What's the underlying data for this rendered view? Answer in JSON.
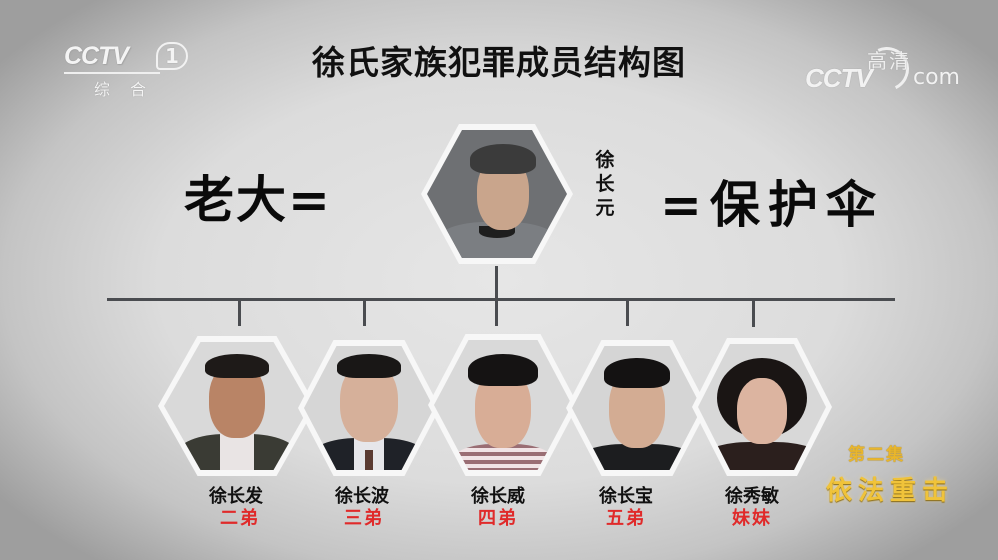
{
  "broadcast": {
    "channel_logo": {
      "brand": "CCTV",
      "number": "1",
      "subtitle": "综合"
    },
    "hd_logo": {
      "brand": "CCTV",
      "hd_label": "高清",
      "suffix": "com"
    }
  },
  "chart_title": "徐氏家族犯罪成员结构图",
  "leader": {
    "name": "徐长元",
    "name_chars": [
      "徐",
      "长",
      "元"
    ],
    "left_label": "老大=",
    "right_label": "=保护伞",
    "photo": {
      "bg": "#6e7073",
      "hair": "#3b3b3b",
      "skin": "#c9a58c",
      "shirt": "#7b7e82",
      "collar": "#1e1e1e"
    }
  },
  "members": [
    {
      "name": "徐长发",
      "relation": "二弟",
      "photo": {
        "bg": "#d9d9d9",
        "hair": "#1e1a18",
        "skin": "#b98466",
        "shirt": "#3a3b34",
        "collar": "#e9e4e4"
      }
    },
    {
      "name": "徐长波",
      "relation": "三弟",
      "photo": {
        "bg": "#d6d6d6",
        "hair": "#191716",
        "skin": "#d6b09a",
        "shirt": "#1f2228",
        "collar": "#e6e6ea"
      }
    },
    {
      "name": "徐长威",
      "relation": "四弟",
      "photo": {
        "bg": "#d9d9d9",
        "hair": "#151313",
        "skin": "#d8ad96",
        "shirt": "#9a6e74",
        "collar": "#f1e4e6"
      }
    },
    {
      "name": "徐长宝",
      "relation": "五弟",
      "photo": {
        "bg": "#d5d5d5",
        "hair": "#141212",
        "skin": "#d3ac93",
        "shirt": "#1c1d1f",
        "collar": "#2a2a2a"
      }
    },
    {
      "name": "徐秀敏",
      "relation": "妹妹",
      "photo": {
        "bg": "#d8d8d8",
        "hair": "#1a1514",
        "skin": "#dcb4a0",
        "shirt": "#2b1f1d",
        "collar": "#2b1f1d"
      }
    }
  ],
  "episode": {
    "label": "第二集",
    "title": "依法重击"
  },
  "colors": {
    "relation_red": "#e02a2a",
    "episode_gold": "#f0c33a",
    "connector": "#4a4c50",
    "title_text": "#111111"
  }
}
